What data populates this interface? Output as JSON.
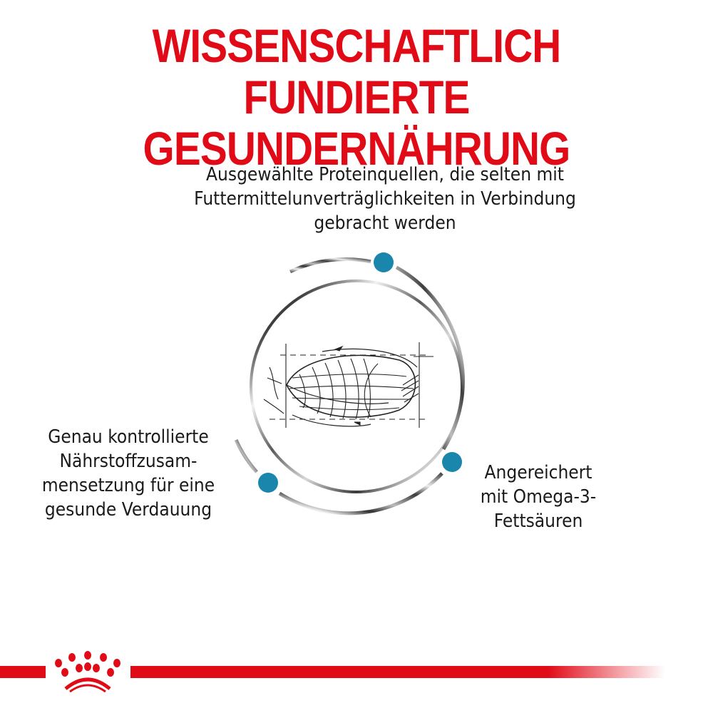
{
  "headline": {
    "line1": "WISSENSCHAFTLICH FUNDIERTE",
    "line2": "GESUNDERNÄHRUNG",
    "color": "#e10a17"
  },
  "features": {
    "top": {
      "lines": [
        "Ausgewählte Proteinquellen, die selten mit",
        "Futtermittelunverträglichkeiten in Verbindung",
        "gebracht werden"
      ]
    },
    "left": {
      "lines": [
        "Genau kontrollierte",
        "Nährstoffzusam-",
        "mensetzung für eine",
        "gesunde Verdauung"
      ]
    },
    "right": {
      "lines": [
        "Angereichert",
        "mit Omega-3-",
        "Fettsäuren"
      ]
    }
  },
  "diagram": {
    "center_image": "kibble-sketch",
    "dot_color": "#1a86ab",
    "dots": 3
  },
  "footer": {
    "logo": "royal-canin-crown-logo",
    "bar_color": "#e10a17"
  }
}
